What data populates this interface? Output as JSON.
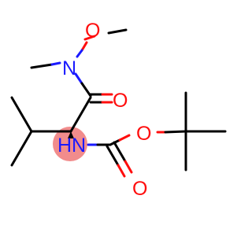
{
  "molecule": {
    "atoms": {
      "methoxy_oxygen": "O",
      "amide_nitrogen": "N",
      "amide_carbonyl_oxygen": "O",
      "carbamate_nitrogen": "HN",
      "carbamate_ester_oxygen": "O",
      "carbamate_carbonyl_oxygen": "O"
    },
    "colors": {
      "bond": "#000000",
      "nitrogen": "#1a1aff",
      "oxygen": "#ff0d0d",
      "highlight": "#f08080"
    }
  }
}
